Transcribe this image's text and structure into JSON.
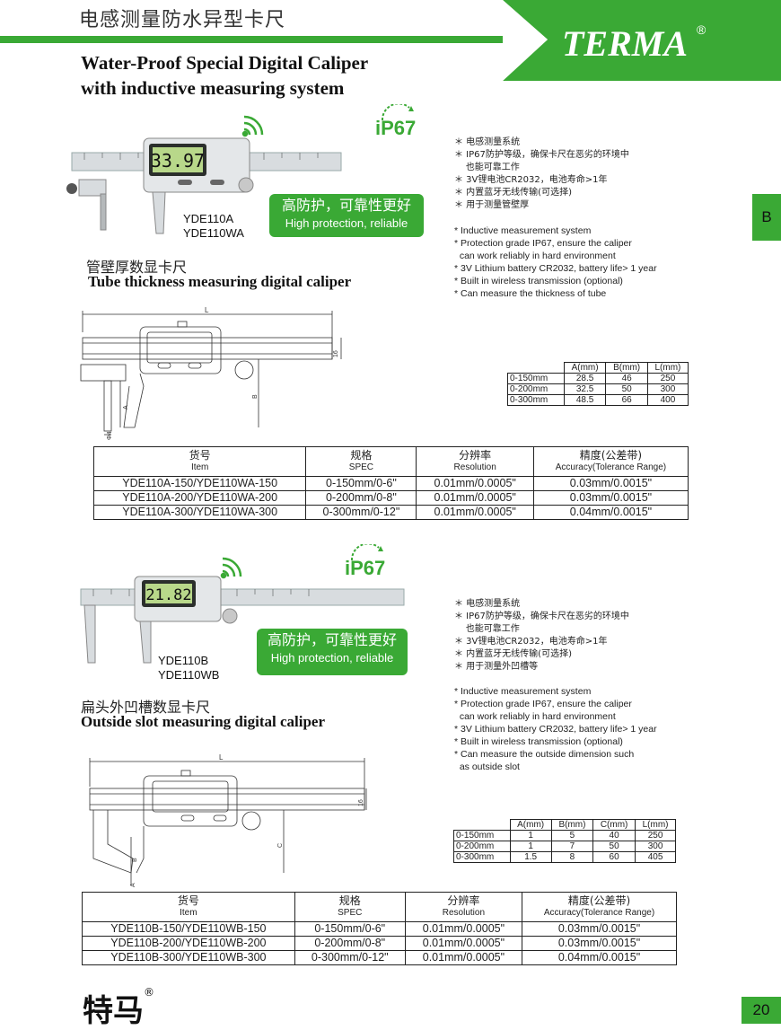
{
  "header": {
    "title_cn": "电感测量防水异型卡尺",
    "title_en_line1": "Water-Proof Special Digital Caliper",
    "title_en_line2": "with inductive measuring system",
    "logo_text": "TERMA",
    "logo_mark": "®",
    "accent_color": "#3aa935"
  },
  "side_tab": "B",
  "page_number": "20",
  "footer": {
    "brand": "特马",
    "mark": "®"
  },
  "section1": {
    "display_value": "33.97",
    "ip_rating": "iP67",
    "models": [
      "YDE110A",
      "YDE110WA"
    ],
    "badge_cn": "高防护，可靠性更好",
    "badge_en": "High protection, reliable",
    "title_cn": "管壁厚数显卡尺",
    "title_en": "Tube thickness measuring digital caliper",
    "features_cn": "＊ 电感测量系统\n＊ IP67防护等级，确保卡尺在恶劣的环境中\n    也能可靠工作\n＊ 3V锂电池CR2032，电池寿命>1年\n＊ 内置蓝牙无线传输(可选择)\n＊ 用于测量管壁厚",
    "features_en": "* Inductive measurement system\n* Protection grade IP67, ensure the caliper\n  can work reliably in hard environment\n* 3V Lithium battery CR2032, battery life> 1 year\n* Built in wireless transmission (optional)\n* Can measure the thickness of tube",
    "drawing_labels": {
      "l": "L",
      "h": "16",
      "b": "B",
      "a": "A",
      "d": "Φ4"
    },
    "dim_table": {
      "headers": [
        "",
        "A(mm)",
        "B(mm)",
        "L(mm)"
      ],
      "rows": [
        [
          "0-150mm",
          "28.5",
          "46",
          "250"
        ],
        [
          "0-200mm",
          "32.5",
          "50",
          "300"
        ],
        [
          "0-300mm",
          "48.5",
          "66",
          "400"
        ]
      ]
    },
    "spec_table": {
      "headers": [
        {
          "cn": "货号",
          "en": "Item"
        },
        {
          "cn": "规格",
          "en": "SPEC"
        },
        {
          "cn": "分辨率",
          "en": "Resolution"
        },
        {
          "cn": "精度(公差带)",
          "en": "Accuracy(Tolerance Range)"
        }
      ],
      "rows": [
        [
          "YDE110A-150/YDE110WA-150",
          "0-150mm/0-6\"",
          "0.01mm/0.0005\"",
          "0.03mm/0.0015\""
        ],
        [
          "YDE110A-200/YDE110WA-200",
          "0-200mm/0-8\"",
          "0.01mm/0.0005\"",
          "0.03mm/0.0015\""
        ],
        [
          "YDE110A-300/YDE110WA-300",
          "0-300mm/0-12\"",
          "0.01mm/0.0005\"",
          "0.04mm/0.0015\""
        ]
      ]
    }
  },
  "section2": {
    "display_value": "21.82",
    "ip_rating": "iP67",
    "models": [
      "YDE110B",
      "YDE110WB"
    ],
    "badge_cn": "高防护，可靠性更好",
    "badge_en": "High protection, reliable",
    "title_cn": "扁头外凹槽数显卡尺",
    "title_en": "Outside slot measuring digital caliper",
    "features_cn": "＊ 电感测量系统\n＊ IP67防护等级，确保卡尺在恶劣的环境中\n    也能可靠工作\n＊ 3V锂电池CR2032，电池寿命>1年\n＊ 内置蓝牙无线传输(可选择)\n＊ 用于测量外凹槽等",
    "features_en": "* Inductive measurement system\n* Protection grade IP67, ensure the caliper\n  can work reliably in hard environment\n* 3V Lithium battery CR2032, battery life> 1 year\n* Built in wireless transmission (optional)\n* Can measure the outside dimension such\n  as outside slot",
    "drawing_labels": {
      "l": "L",
      "h": "16",
      "c": "C",
      "a": "A",
      "b": "B"
    },
    "dim_table": {
      "headers": [
        "",
        "A(mm)",
        "B(mm)",
        "C(mm)",
        "L(mm)"
      ],
      "rows": [
        [
          "0-150mm",
          "1",
          "5",
          "40",
          "250"
        ],
        [
          "0-200mm",
          "1",
          "7",
          "50",
          "300"
        ],
        [
          "0-300mm",
          "1.5",
          "8",
          "60",
          "405"
        ]
      ]
    },
    "spec_table": {
      "headers": [
        {
          "cn": "货号",
          "en": "Item"
        },
        {
          "cn": "规格",
          "en": "SPEC"
        },
        {
          "cn": "分辨率",
          "en": "Resolution"
        },
        {
          "cn": "精度(公差带)",
          "en": "Accuracy(Tolerance Range)"
        }
      ],
      "rows": [
        [
          "YDE110B-150/YDE110WB-150",
          "0-150mm/0-6\"",
          "0.01mm/0.0005\"",
          "0.03mm/0.0015\""
        ],
        [
          "YDE110B-200/YDE110WB-200",
          "0-200mm/0-8\"",
          "0.01mm/0.0005\"",
          "0.03mm/0.0015\""
        ],
        [
          "YDE110B-300/YDE110WB-300",
          "0-300mm/0-12\"",
          "0.01mm/0.0005\"",
          "0.04mm/0.0015\""
        ]
      ]
    }
  }
}
